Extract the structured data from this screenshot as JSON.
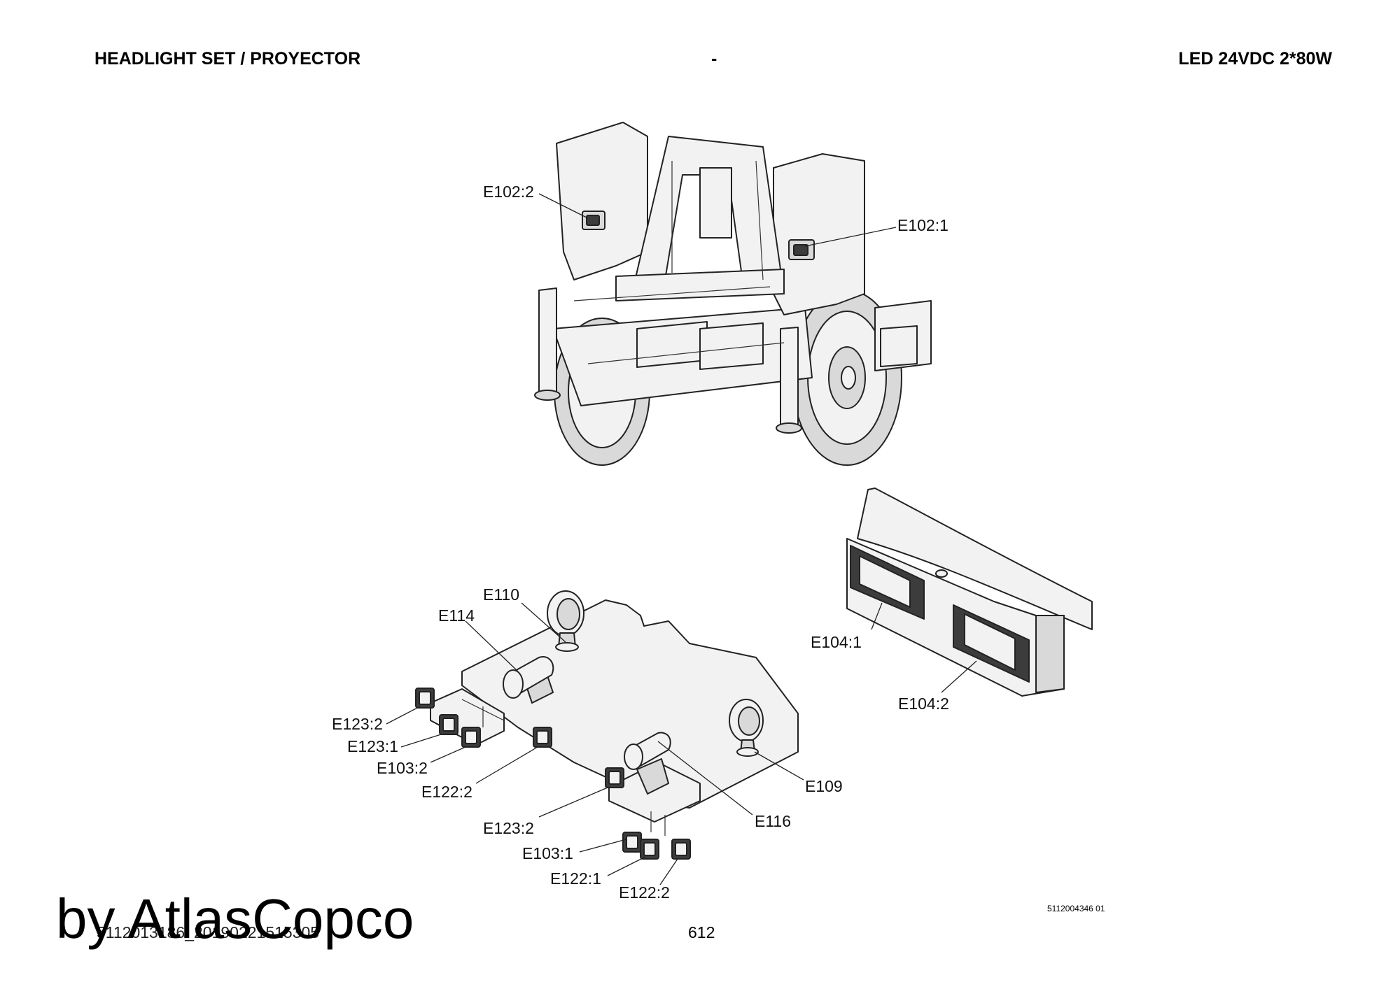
{
  "header": {
    "left_title": "HEADLIGHT SET / PROYECTOR",
    "center_mark": "-",
    "right_title": "LED 24VDC 2*80W"
  },
  "callouts": {
    "e102_2": "E102:2",
    "e102_1": "E102:1",
    "e110": "E110",
    "e114": "E114",
    "e104_1": "E104:1",
    "e104_2": "E104:2",
    "e123_2_a": "E123:2",
    "e123_1": "E123:1",
    "e103_2": "E103:2",
    "e122_2_a": "E122:2",
    "e109": "E109",
    "e116": "E116",
    "e123_2_b": "E123:2",
    "e103_1": "E103:1",
    "e122_1": "E122:1",
    "e122_2_b": "E122:2"
  },
  "footer": {
    "doc_number": "5112004346 01",
    "page_number": "612",
    "file_code": "5112013186_20190221515305",
    "watermark": "by AtlasCopco"
  }
}
